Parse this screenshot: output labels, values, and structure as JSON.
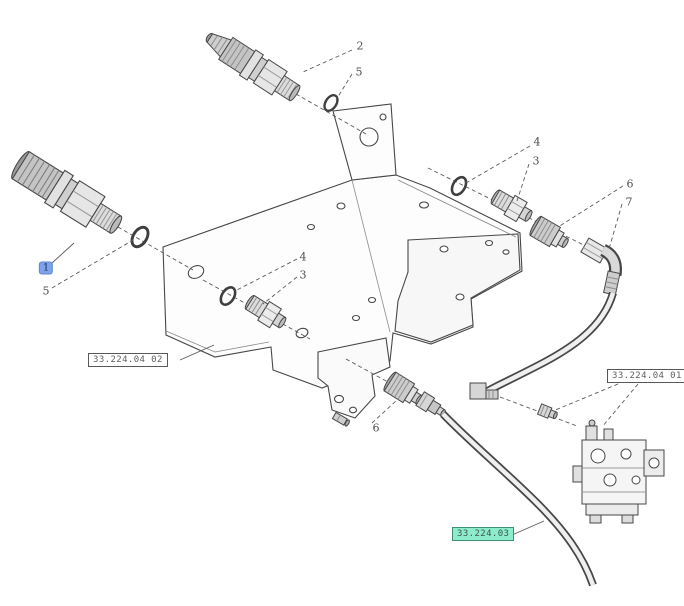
{
  "diagram": {
    "type": "exploded-parts-diagram",
    "callouts": [
      {
        "id": "callout-2",
        "label": "2",
        "highlighted": false
      },
      {
        "id": "callout-5-top",
        "label": "5",
        "highlighted": false
      },
      {
        "id": "callout-4-right",
        "label": "4",
        "highlighted": false
      },
      {
        "id": "callout-3-right",
        "label": "3",
        "highlighted": false
      },
      {
        "id": "callout-6-right",
        "label": "6",
        "highlighted": false
      },
      {
        "id": "callout-7",
        "label": "7",
        "highlighted": false
      },
      {
        "id": "callout-1",
        "label": "1",
        "highlighted": true
      },
      {
        "id": "callout-5-left",
        "label": "5",
        "highlighted": false
      },
      {
        "id": "callout-4-mid",
        "label": "4",
        "highlighted": false
      },
      {
        "id": "callout-3-mid",
        "label": "3",
        "highlighted": false
      },
      {
        "id": "callout-6-bottom",
        "label": "6",
        "highlighted": false
      }
    ],
    "references": [
      {
        "id": "ref-33-224-04-02",
        "label": "33.224.04 02",
        "highlighted": false
      },
      {
        "id": "ref-33-224-04-01",
        "label": "33.224.04 01",
        "highlighted": false
      },
      {
        "id": "ref-33-224-03",
        "label": "33.224.03",
        "highlighted": true
      }
    ],
    "highlighted_item": "1",
    "highlighted_reference": "33.224.03",
    "colors": {
      "line_art": "#474747",
      "callout_text": "#4f4f4f",
      "highlight_blue": "#7fa3ea",
      "highlight_green": "#8deccb",
      "reference_border": "#585858",
      "background": "#ffffff"
    }
  }
}
